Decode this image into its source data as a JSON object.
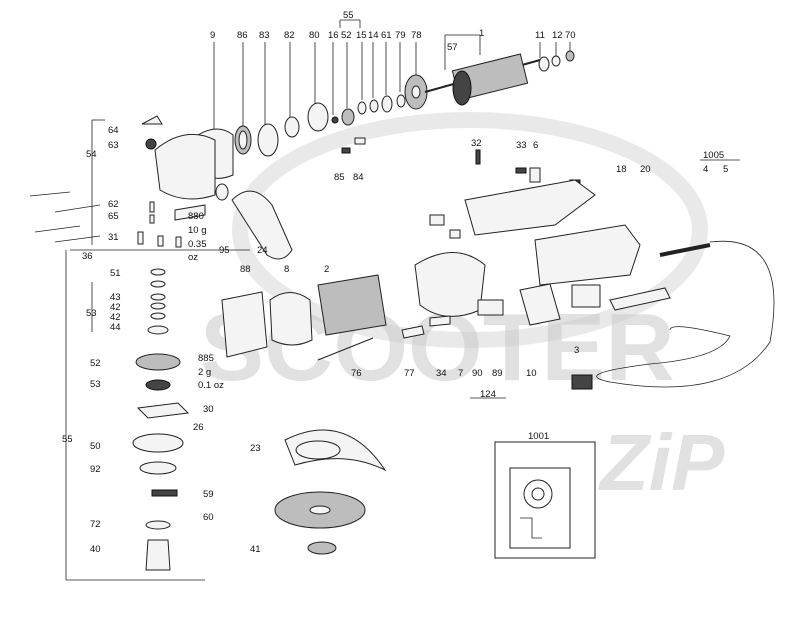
{
  "watermark": {
    "brand": "SCOOTER",
    "mark": "ZiP"
  },
  "labels": {
    "top": [
      "9",
      "86",
      "83",
      "82",
      "80",
      "16",
      "52",
      "15",
      "14",
      "61",
      "79",
      "78",
      "57",
      "1",
      "11",
      "12",
      "70"
    ],
    "group_55_top": "55",
    "left": [
      "64",
      "63",
      "54",
      "62",
      "65",
      "31",
      "36",
      "95",
      "24"
    ],
    "spec_880": [
      "880",
      "10 g",
      "0.35",
      "oz"
    ],
    "mid": [
      "32",
      "33",
      "6",
      "85",
      "84",
      "18",
      "20",
      "1005",
      "4",
      "5"
    ],
    "column": [
      "51",
      "43",
      "42",
      "42",
      "44",
      "53",
      "52",
      "53",
      "30",
      "26",
      "50",
      "92",
      "59",
      "60",
      "72",
      "40",
      "55"
    ],
    "spec_885": [
      "885",
      "2 g",
      "0.1 oz"
    ],
    "center": [
      "88",
      "8",
      "2",
      "76",
      "77",
      "34",
      "7",
      "90",
      "89",
      "124",
      "3",
      "10"
    ],
    "guard": [
      "23",
      "41"
    ],
    "box": "1001"
  }
}
